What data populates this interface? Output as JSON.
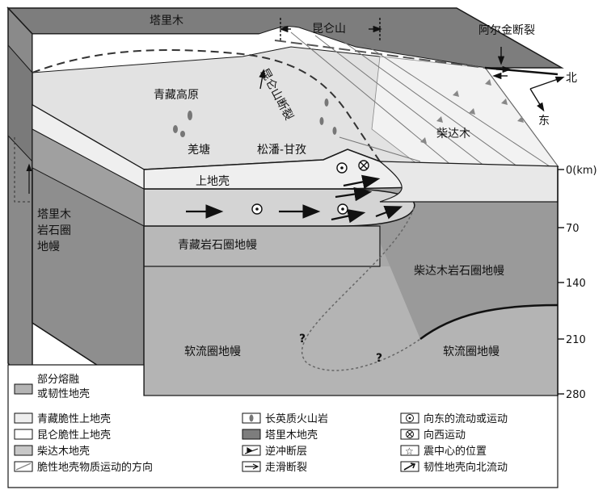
{
  "regions": {
    "tarim_top": "塔里木",
    "kunlun_mountains": "昆仑山",
    "altyn_fault": "阿尔金断裂",
    "north": "北",
    "east": "东",
    "tibet_plateau": "青藏高原",
    "qiangtang": "羌塘",
    "kunlun_fault": "昆仑山断裂",
    "songpan_ganzi": "松潘-甘孜",
    "qaidam": "柴达木",
    "upper_crust": "上地壳",
    "tarim_mantle_line1": "塔里木",
    "tarim_mantle_line2": "岩石圈",
    "tarim_mantle_line3": "地幔",
    "tibet_mantle": "青藏岩石圈地幔",
    "qaidam_mantle": "柴达木岩石圈地幔",
    "asthenosphere_left": "软流圈地幔",
    "asthenosphere_right": "软流圈地幔",
    "question_mark_1": "?",
    "question_mark_2": "?"
  },
  "depth_axis": {
    "unit_label": "0(km)",
    "ticks": [
      "70",
      "140",
      "210",
      "280"
    ]
  },
  "legend": {
    "items": [
      {
        "line1": "部分熔融",
        "line2": "或韧性地壳"
      },
      {
        "text": "青藏脆性上地壳"
      },
      {
        "text": "昆仑脆性上地壳"
      },
      {
        "text": "柴达木地壳"
      },
      {
        "text": "脆性地壳物质运动的方向"
      },
      {
        "text": "长英质火山岩"
      },
      {
        "text": "塔里木地壳"
      },
      {
        "text": "逆冲断层"
      },
      {
        "text": "走滑断裂"
      },
      {
        "text": "向东的流动或运动"
      },
      {
        "text": "向西运动"
      },
      {
        "text": "震中心的位置"
      },
      {
        "text": "韧性地壳向北流动"
      }
    ]
  },
  "colors": {
    "tarim_crust": "#7d7d7d",
    "mantle": "#a8a8a8",
    "ductile": "#d4d4d4",
    "upper_crust_tibet": "#eeeeee",
    "kunlun_crust": "#ffffff",
    "qaidam": "#e6e6e6",
    "outline": "#1a1a1a"
  }
}
